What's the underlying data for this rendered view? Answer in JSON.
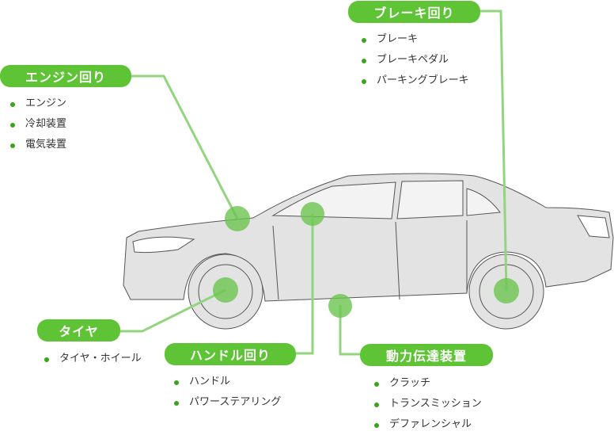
{
  "colors": {
    "accent": "#5ec435",
    "line": "#93d57e",
    "dot": "#3aa51a"
  },
  "groups": {
    "engine": {
      "title": "エンジン回り",
      "items": [
        "エンジン",
        "冷却装置",
        "電気装置"
      ]
    },
    "brake": {
      "title": "ブレーキ回り",
      "items": [
        "ブレーキ",
        "ブレーキペダル",
        "パーキングブレーキ"
      ]
    },
    "tire": {
      "title": "タイヤ",
      "items": [
        "タイヤ・ホイール"
      ]
    },
    "handle": {
      "title": "ハンドル回り",
      "items": [
        "ハンドル",
        "パワーステアリング"
      ]
    },
    "drive": {
      "title": "動力伝達装置",
      "items": [
        "クラッチ",
        "トランスミッション",
        "デファレンシャル"
      ]
    }
  }
}
